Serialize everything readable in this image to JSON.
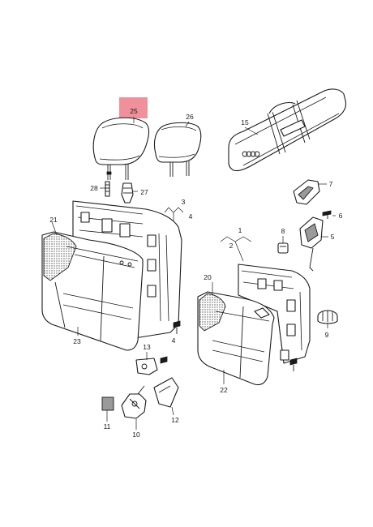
{
  "highlight": {
    "label": "25",
    "color": "#f0909a"
  },
  "labels": {
    "l1": "1",
    "l2": "2",
    "l3": "3",
    "l4a": "4",
    "l4b": "4",
    "l5": "5",
    "l6": "6",
    "l7": "7",
    "l8": "8",
    "l9": "9",
    "l10": "10",
    "l11": "11",
    "l12": "12",
    "l13": "13",
    "l15": "15",
    "l20": "20",
    "l21": "21",
    "l22": "22",
    "l23": "23",
    "l26": "26",
    "l27": "27",
    "l28": "28"
  },
  "icons": [
    "headrest-25",
    "headrest-26",
    "ski-bag",
    "seat-back-left",
    "seat-back-right",
    "backrest-frame-left",
    "backrest-frame-right",
    "bolt",
    "latch",
    "handle",
    "bracket",
    "plug",
    "cover-trim"
  ]
}
